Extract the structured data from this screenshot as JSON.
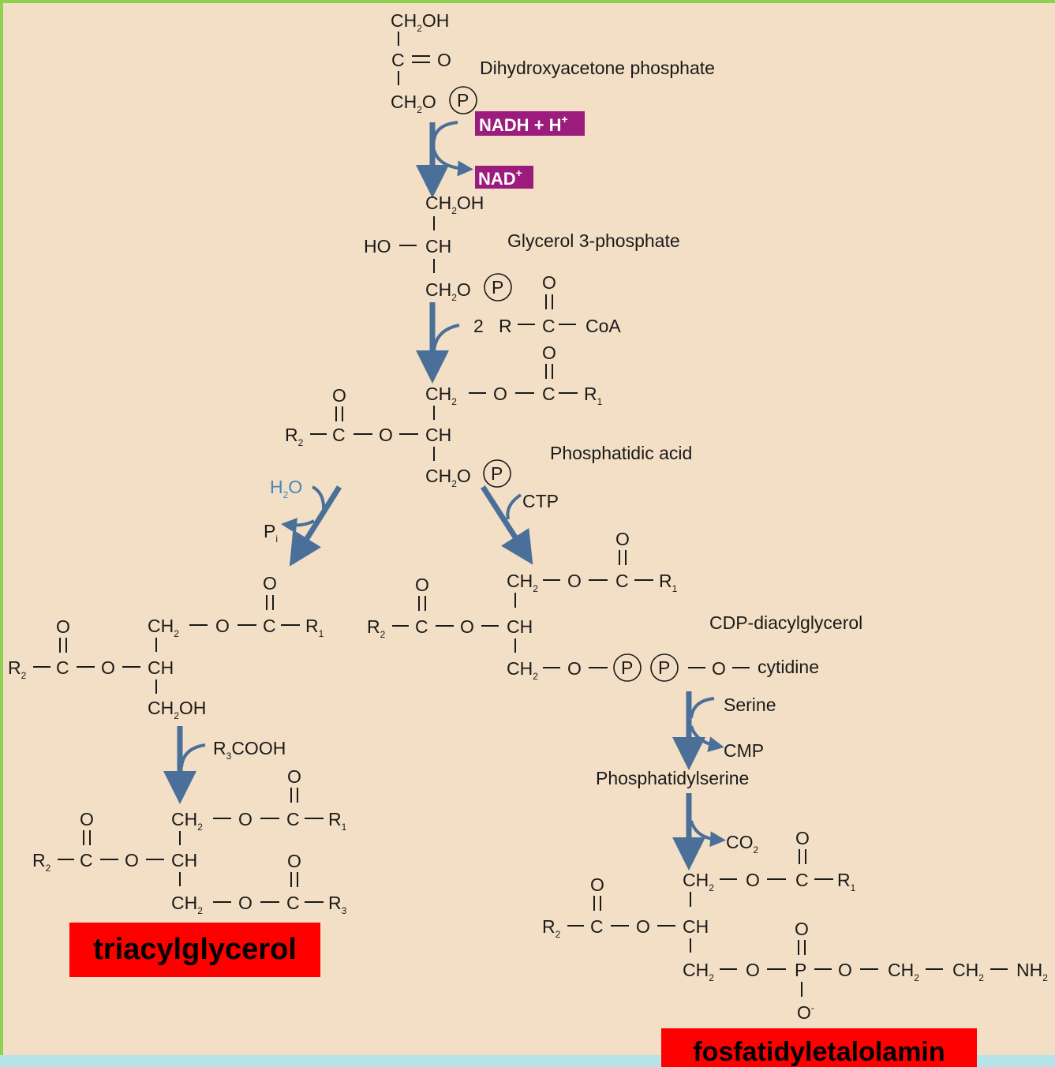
{
  "compounds": {
    "dhap": "Dihydroxyacetone phosphate",
    "g3p": "Glycerol 3-phosphate",
    "pa": "Phosphatidic acid",
    "cdp_dag": "CDP-diacylglycerol",
    "ps": "Phosphatidylserine"
  },
  "cofactors": {
    "nadh": "NADH + H",
    "nadh_sup": "+",
    "nad": "NAD",
    "nad_sup": "+",
    "acyl_count": "2",
    "ctp": "CTP",
    "h2o": "H",
    "h2o_sub": "2",
    "h2o_o": "O",
    "pi": "P",
    "pi_sub": "i",
    "r3cooh_r": "R",
    "r3cooh_sub": "3",
    "r3cooh_rest": "COOH",
    "serine": "Serine",
    "cmp": "CMP",
    "co2": "CO",
    "co2_sub": "2"
  },
  "atoms": {
    "ch2oh": "CH",
    "ch2": "CH",
    "sub2": "2",
    "oh": "OH",
    "o": "O",
    "c": "C",
    "ch": "CH",
    "ho": "HO",
    "p": "P",
    "r": "R",
    "coa": "CoA",
    "cytidine": "cytidine",
    "nh": "NH",
    "o_minus": "O",
    "minus": "-",
    "sub1": "1",
    "sub3": "3"
  },
  "labels": {
    "triacylglycerol": "triacylglycerol",
    "fosfatidyletalolamin": "fosfatidyletalolamin"
  },
  "colors": {
    "background": "#f3dfc6",
    "arrow": "#4a6f98",
    "water_label": "#4a87b8",
    "cofactor_pill": "#9b1c7c",
    "product_label": "#ff0000"
  }
}
